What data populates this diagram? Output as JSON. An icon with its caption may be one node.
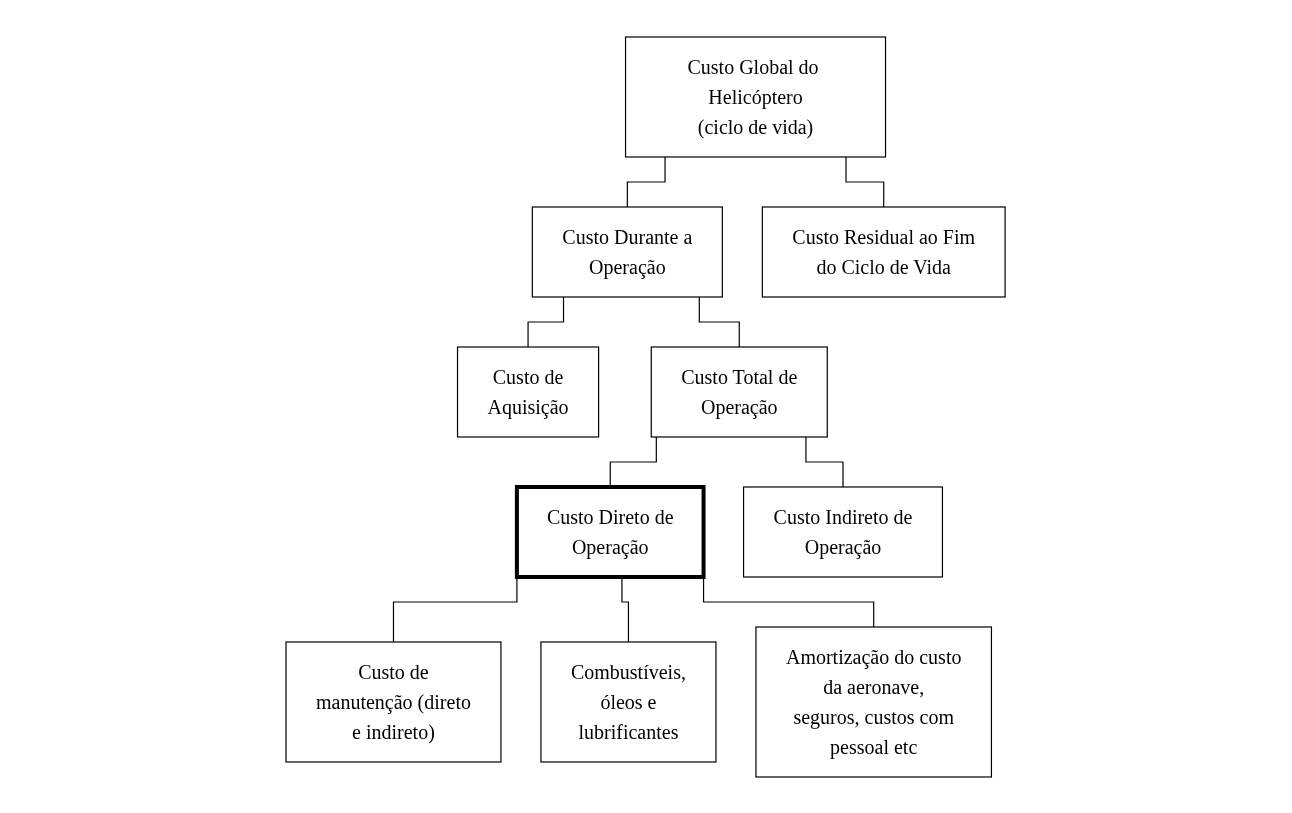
{
  "diagram": {
    "nodes": [
      {
        "text": [
          "Custo Global do Helicóptero (ciclo de vida)"
        ]
      },
      {
        "text": [
          "Custo Durante a Operação"
        ]
      },
      {
        "text": [
          "Custo Residual ao Fim do Ciclo de Vida"
        ]
      },
      {
        "text": [
          "Custo de Aquisição"
        ]
      },
      {
        "text": [
          "Custo Total de Operação"
        ]
      },
      {
        "text": [
          "Custo Direto de Operação"
        ]
      },
      {
        "text": [
          "Custo Indireto de Operação"
        ]
      },
      {
        "text": [
          "Custo de manutenção (direto e indireto)"
        ]
      },
      {
        "text": [
          "Combustíveis, óleos e lubrificantes"
        ]
      },
      {
        "text": [
          "Amortização do custo da aeronave, seguros, custos com pessoal etc"
        ]
      }
    ],
    "edges": [
      {
        "from": 0,
        "to": 1,
        "arrow": "none"
      },
      {
        "from": 0,
        "to": 2,
        "arrow": "none"
      },
      {
        "from": 1,
        "to": 3,
        "arrow": "none"
      },
      {
        "from": 1,
        "to": 4,
        "arrow": "none"
      },
      {
        "from": 4,
        "to": 5,
        "arrow": "none"
      },
      {
        "from": 4,
        "to": 6,
        "arrow": "none"
      },
      {
        "from": 5,
        "to": 7,
        "arrow": "none"
      },
      {
        "from": 5,
        "to": 8,
        "arrow": "none"
      },
      {
        "from": 5,
        "to": 9,
        "arrow": "none"
      }
    ]
  }
}
